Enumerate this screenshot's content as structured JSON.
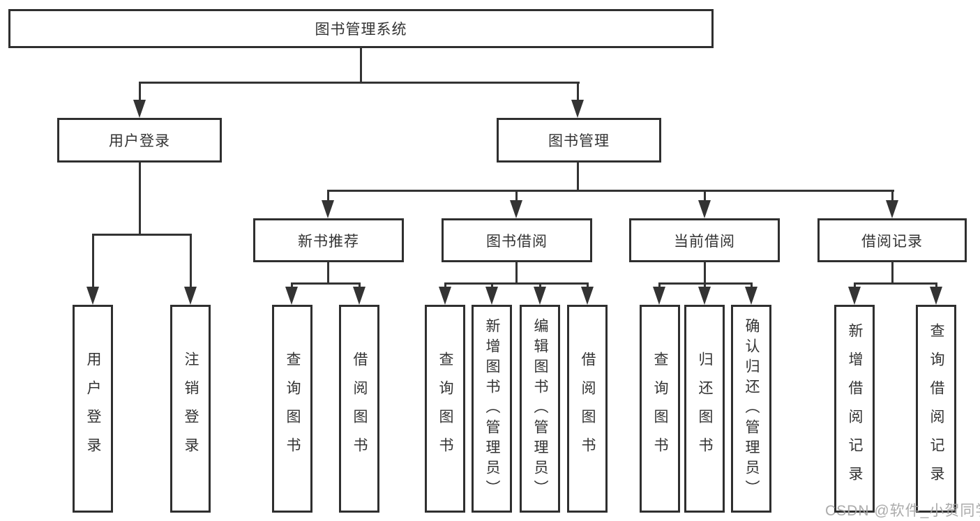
{
  "diagram": {
    "root": {
      "label": "图书管理系统"
    },
    "level2": [
      {
        "label": "用户登录"
      },
      {
        "label": "图书管理"
      }
    ],
    "level3": [
      {
        "label": "新书推荐",
        "parent": "图书管理"
      },
      {
        "label": "图书借阅",
        "parent": "图书管理"
      },
      {
        "label": "当前借阅",
        "parent": "图书管理"
      },
      {
        "label": "借阅记录",
        "parent": "图书管理"
      }
    ],
    "leaves": [
      {
        "label": "用户登录",
        "parent": "用户登录"
      },
      {
        "label": "注销登录",
        "parent": "用户登录"
      },
      {
        "label": "查询图书",
        "parent": "新书推荐"
      },
      {
        "label": "借阅图书",
        "parent": "新书推荐"
      },
      {
        "label": "查询图书",
        "parent": "图书借阅"
      },
      {
        "label": "新增图书（管理员）",
        "parent": "图书借阅"
      },
      {
        "label": "编辑图书（管理员）",
        "parent": "图书借阅"
      },
      {
        "label": "借阅图书",
        "parent": "图书借阅"
      },
      {
        "label": "查询图书",
        "parent": "当前借阅"
      },
      {
        "label": "归还图书",
        "parent": "当前借阅"
      },
      {
        "label": "确认归还（管理员）",
        "parent": "当前借阅"
      },
      {
        "label": "新增借阅记录",
        "parent": "借阅记录"
      },
      {
        "label": "查询借阅记录",
        "parent": "借阅记录"
      }
    ]
  },
  "watermark": {
    "text": "CSDN @软件_小贺同学"
  },
  "colors": {
    "line": "#333333",
    "box_border": "#2f2f2f",
    "background": "#ffffff",
    "watermark": "#a4a4a4"
  }
}
